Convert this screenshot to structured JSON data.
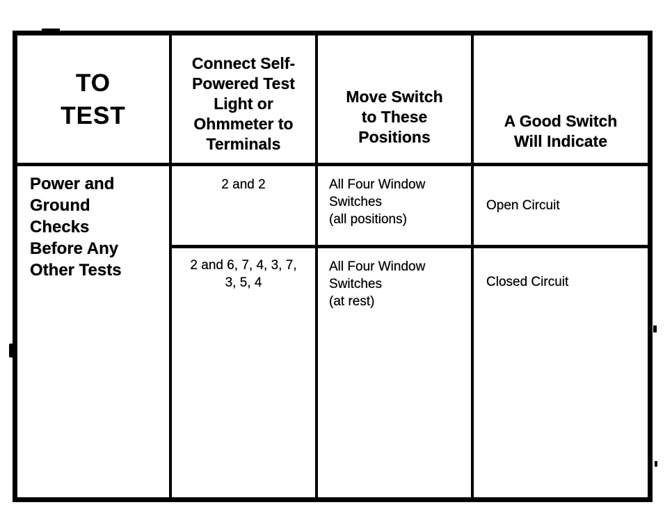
{
  "page": {
    "background": "#ffffff",
    "ink": "#000000"
  },
  "table": {
    "headers": [
      {
        "label": "TO\nTEST"
      },
      {
        "label": "Connect Self-\nPowered Test\nLight or\nOhmmeter to\nTerminals"
      },
      {
        "label": "Move Switch\nto These\nPositions"
      },
      {
        "label": "A Good Switch\nWill Indicate"
      }
    ],
    "row_group_label": "Power and\nGround\nChecks\nBefore Any\nOther Tests",
    "rows": [
      {
        "terminals": "2 and 2",
        "positions": "All Four Window\nSwitches\n(all positions)",
        "indication": "Open Circuit"
      },
      {
        "terminals": "2 and 6, 7, 4, 3, 7,\n3, 5, 4",
        "positions": "All Four Window\nSwitches\n(at rest)",
        "indication": "Closed Circuit"
      }
    ]
  }
}
